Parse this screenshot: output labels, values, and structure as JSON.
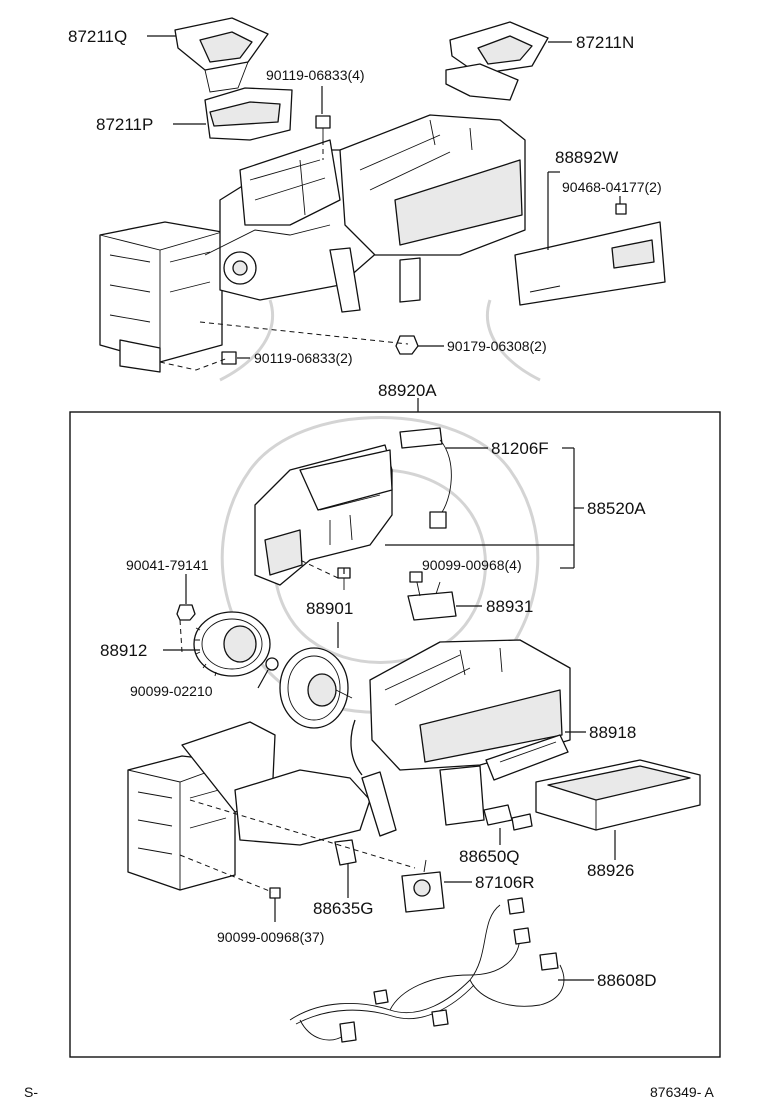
{
  "labels": {
    "p87211Q": "87211Q",
    "p87211N": "87211N",
    "p87211P": "87211P",
    "p90119_4": "90119-06833(4)",
    "p88892W": "88892W",
    "p90468": "90468-04177(2)",
    "p90119_2": "90119-06833(2)",
    "p90179": "90179-06308(2)",
    "p88920A": "88920A",
    "p81206F": "81206F",
    "p88520A": "88520A",
    "p90041": "90041-79141",
    "p90099_4": "90099-00968(4)",
    "p88901": "88901",
    "p88931": "88931",
    "p88912": "88912",
    "p90099_02210": "90099-02210",
    "p88918": "88918",
    "p88650Q": "88650Q",
    "p88926": "88926",
    "p88635G": "88635G",
    "p87106R": "87106R",
    "p90099_37": "90099-00968(37)",
    "p88608D": "88608D"
  },
  "footer": {
    "left": "S-",
    "right": "876349- A"
  }
}
